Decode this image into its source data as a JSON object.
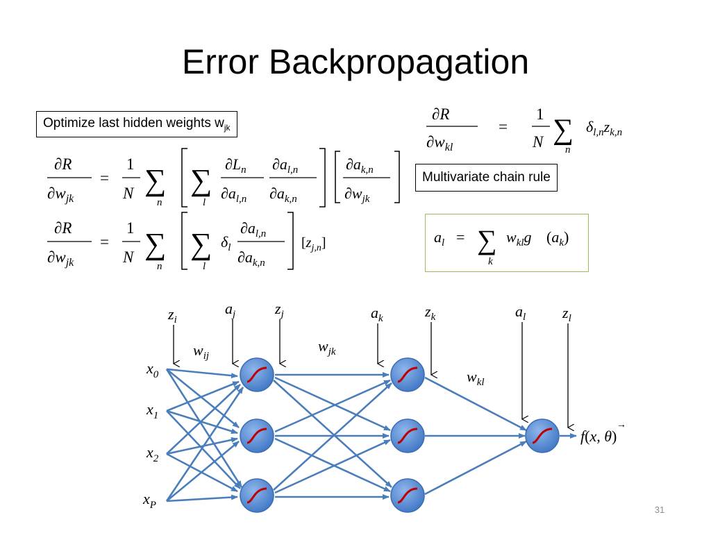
{
  "slide": {
    "title": "Error Backpropagation",
    "page_number": "31"
  },
  "boxes": {
    "optimize_text": "Optimize last hidden weights w",
    "optimize_sub": "jk",
    "chain_rule": "Multivariate chain rule"
  },
  "equations": {
    "top_right": "∂R/∂w_kl = (1/N) Σ_n δ_{l,n} z_{k,n}",
    "eq1": "∂R/∂w_jk = (1/N) Σ_n [ Σ_l (∂L_n/∂a_{l,n}) (∂a_{l,n}/∂a_{k,n}) ] [ ∂a_{k,n}/∂w_jk ]",
    "eq2": "∂R/∂w_jk = (1/N) Σ_n [ Σ_l δ_l (∂a_{l,n}/∂a_{k,n}) ] [z_{j,n}]",
    "activation": "a_l = Σ_k w_kl g(a_k)"
  },
  "network": {
    "inputs": [
      "x0",
      "x1",
      "x2",
      "xP"
    ],
    "top_labels": [
      "z_i",
      "a_j",
      "z_j",
      "a_k",
      "z_k",
      "a_l",
      "z_l"
    ],
    "weights": [
      "w_ij",
      "w_jk",
      "w_kl"
    ],
    "output": "f(x, θ)",
    "colors": {
      "edge": "#4a7ebb",
      "node_fill": "#5b8fd6",
      "node_border": "#3a6cb0",
      "sigmoid": "#c00000",
      "box_green": "#9bbb59"
    }
  }
}
